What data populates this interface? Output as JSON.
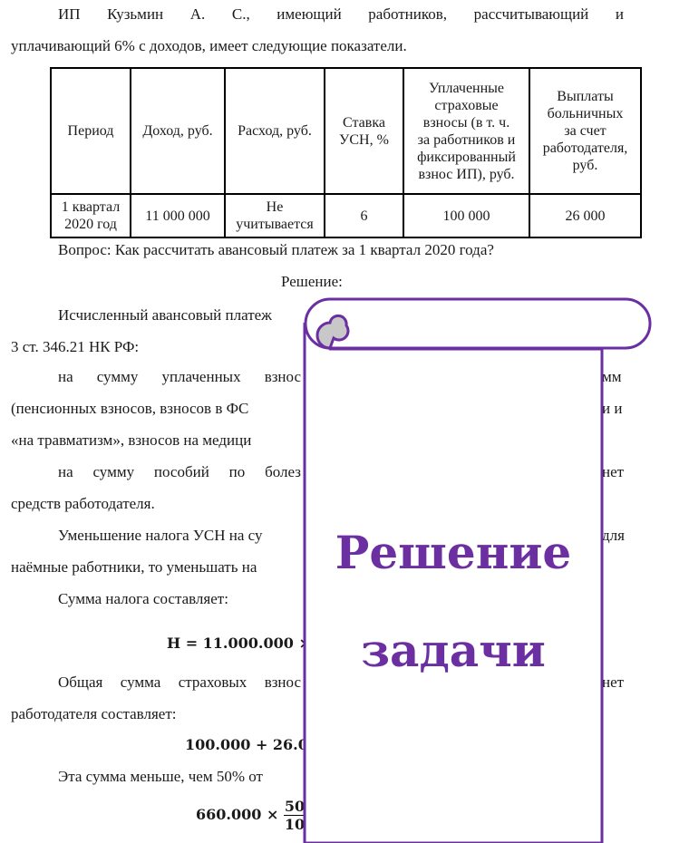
{
  "intro": {
    "line1_words": [
      "ИП",
      "Кузьмин",
      "А.",
      "С.,",
      "имеющий",
      "работников,",
      "рассчитывающий",
      "и"
    ],
    "line2": "уплачивающий 6% с доходов, имеет следующие показатели."
  },
  "table": {
    "headers": [
      [
        "Период"
      ],
      [
        "Доход, руб."
      ],
      [
        "Расход, руб."
      ],
      [
        "Ставка",
        "УСН, %"
      ],
      [
        "Уплаченные",
        "страховые",
        "взносы (в т. ч.",
        "за работников и",
        "фиксированный",
        "взнос ИП), руб."
      ],
      [
        "Выплаты",
        "больничных",
        "за счет",
        "работодателя,",
        "руб."
      ]
    ],
    "row": [
      [
        "1 квартал",
        "2020 год"
      ],
      [
        "11 000 000"
      ],
      [
        "Не",
        "учитывается"
      ],
      [
        "6"
      ],
      [
        "100 000"
      ],
      [
        "26 000"
      ]
    ]
  },
  "question": "Вопрос: Как рассчитать авансовый платеж за 1 квартал 2020 года?",
  "solution_label": "Решение:",
  "body": {
    "p1_start": "Исчисленный авансовый платеж",
    "p1_cont": "3 ст. 346.21 НК РФ:",
    "p2_words": [
      "на",
      "сумму",
      "уплаченных",
      "взнос"
    ],
    "p2_right": "мм",
    "p2_l2": "(пенсионных взносов, взносов в ФС",
    "p2_l2_right": "и и",
    "p2_l3": "«на травматизм», взносов на медици",
    "p3_words": [
      "на",
      "сумму",
      "пособий",
      "по",
      "болез"
    ],
    "p3_right": "нет",
    "p3_l2": "средств работодателя.",
    "p4_start": "Уменьшение налога УСН на су",
    "p4_right": "для",
    "p4_l2": "наёмные работники, то уменьшать на",
    "p5": "Сумма налога составляет:",
    "f1": "Н = 11.000.000 ×",
    "p6_words": [
      "Общая",
      "сумма",
      "страховых",
      "взнос"
    ],
    "p6_right": "нет",
    "p6_l2": "работодателя составляет:",
    "f2": "100.000 + 26.0",
    "p7": "Эта сумма меньше, чем 50% от",
    "f3_left": "660.000 ×",
    "f3_num": "50",
    "f3_den": "10"
  },
  "overlay": {
    "title_line1": "Решение",
    "title_line2": "задачи",
    "accent_color": "#6b2fa2",
    "fold_color": "#c8c8c8"
  }
}
